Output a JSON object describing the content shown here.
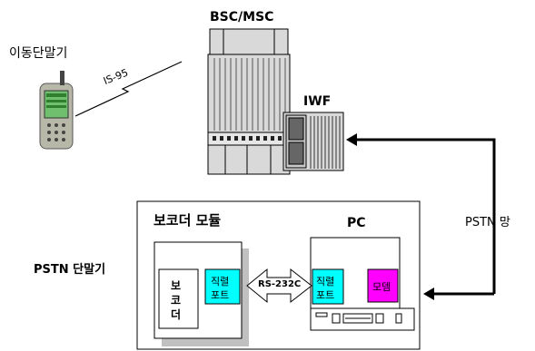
{
  "labels": {
    "mobile": "이동단말기",
    "air_link": "IS-95",
    "bsc_msc": "BSC/MSC",
    "iwf": "IWF",
    "pstn_net": "PSTN 망",
    "pstn_terminal": "PSTN 단말기",
    "vocoder_module": "보코더 모듈",
    "pc": "PC",
    "vocoder_chars": [
      "보",
      "코",
      "더"
    ],
    "serial_port_module": [
      "직렬",
      "포트"
    ],
    "serial_port_pc": [
      "직렬",
      "포트"
    ],
    "modem": "모뎀",
    "rs232c": "RS-232C"
  },
  "colors": {
    "serial_port": "#00ffff",
    "modem": "#ff00ff",
    "shadow": "#c0c0c0",
    "equipment": "#d9d9d9",
    "phone_screen": "#6fbf6f"
  }
}
